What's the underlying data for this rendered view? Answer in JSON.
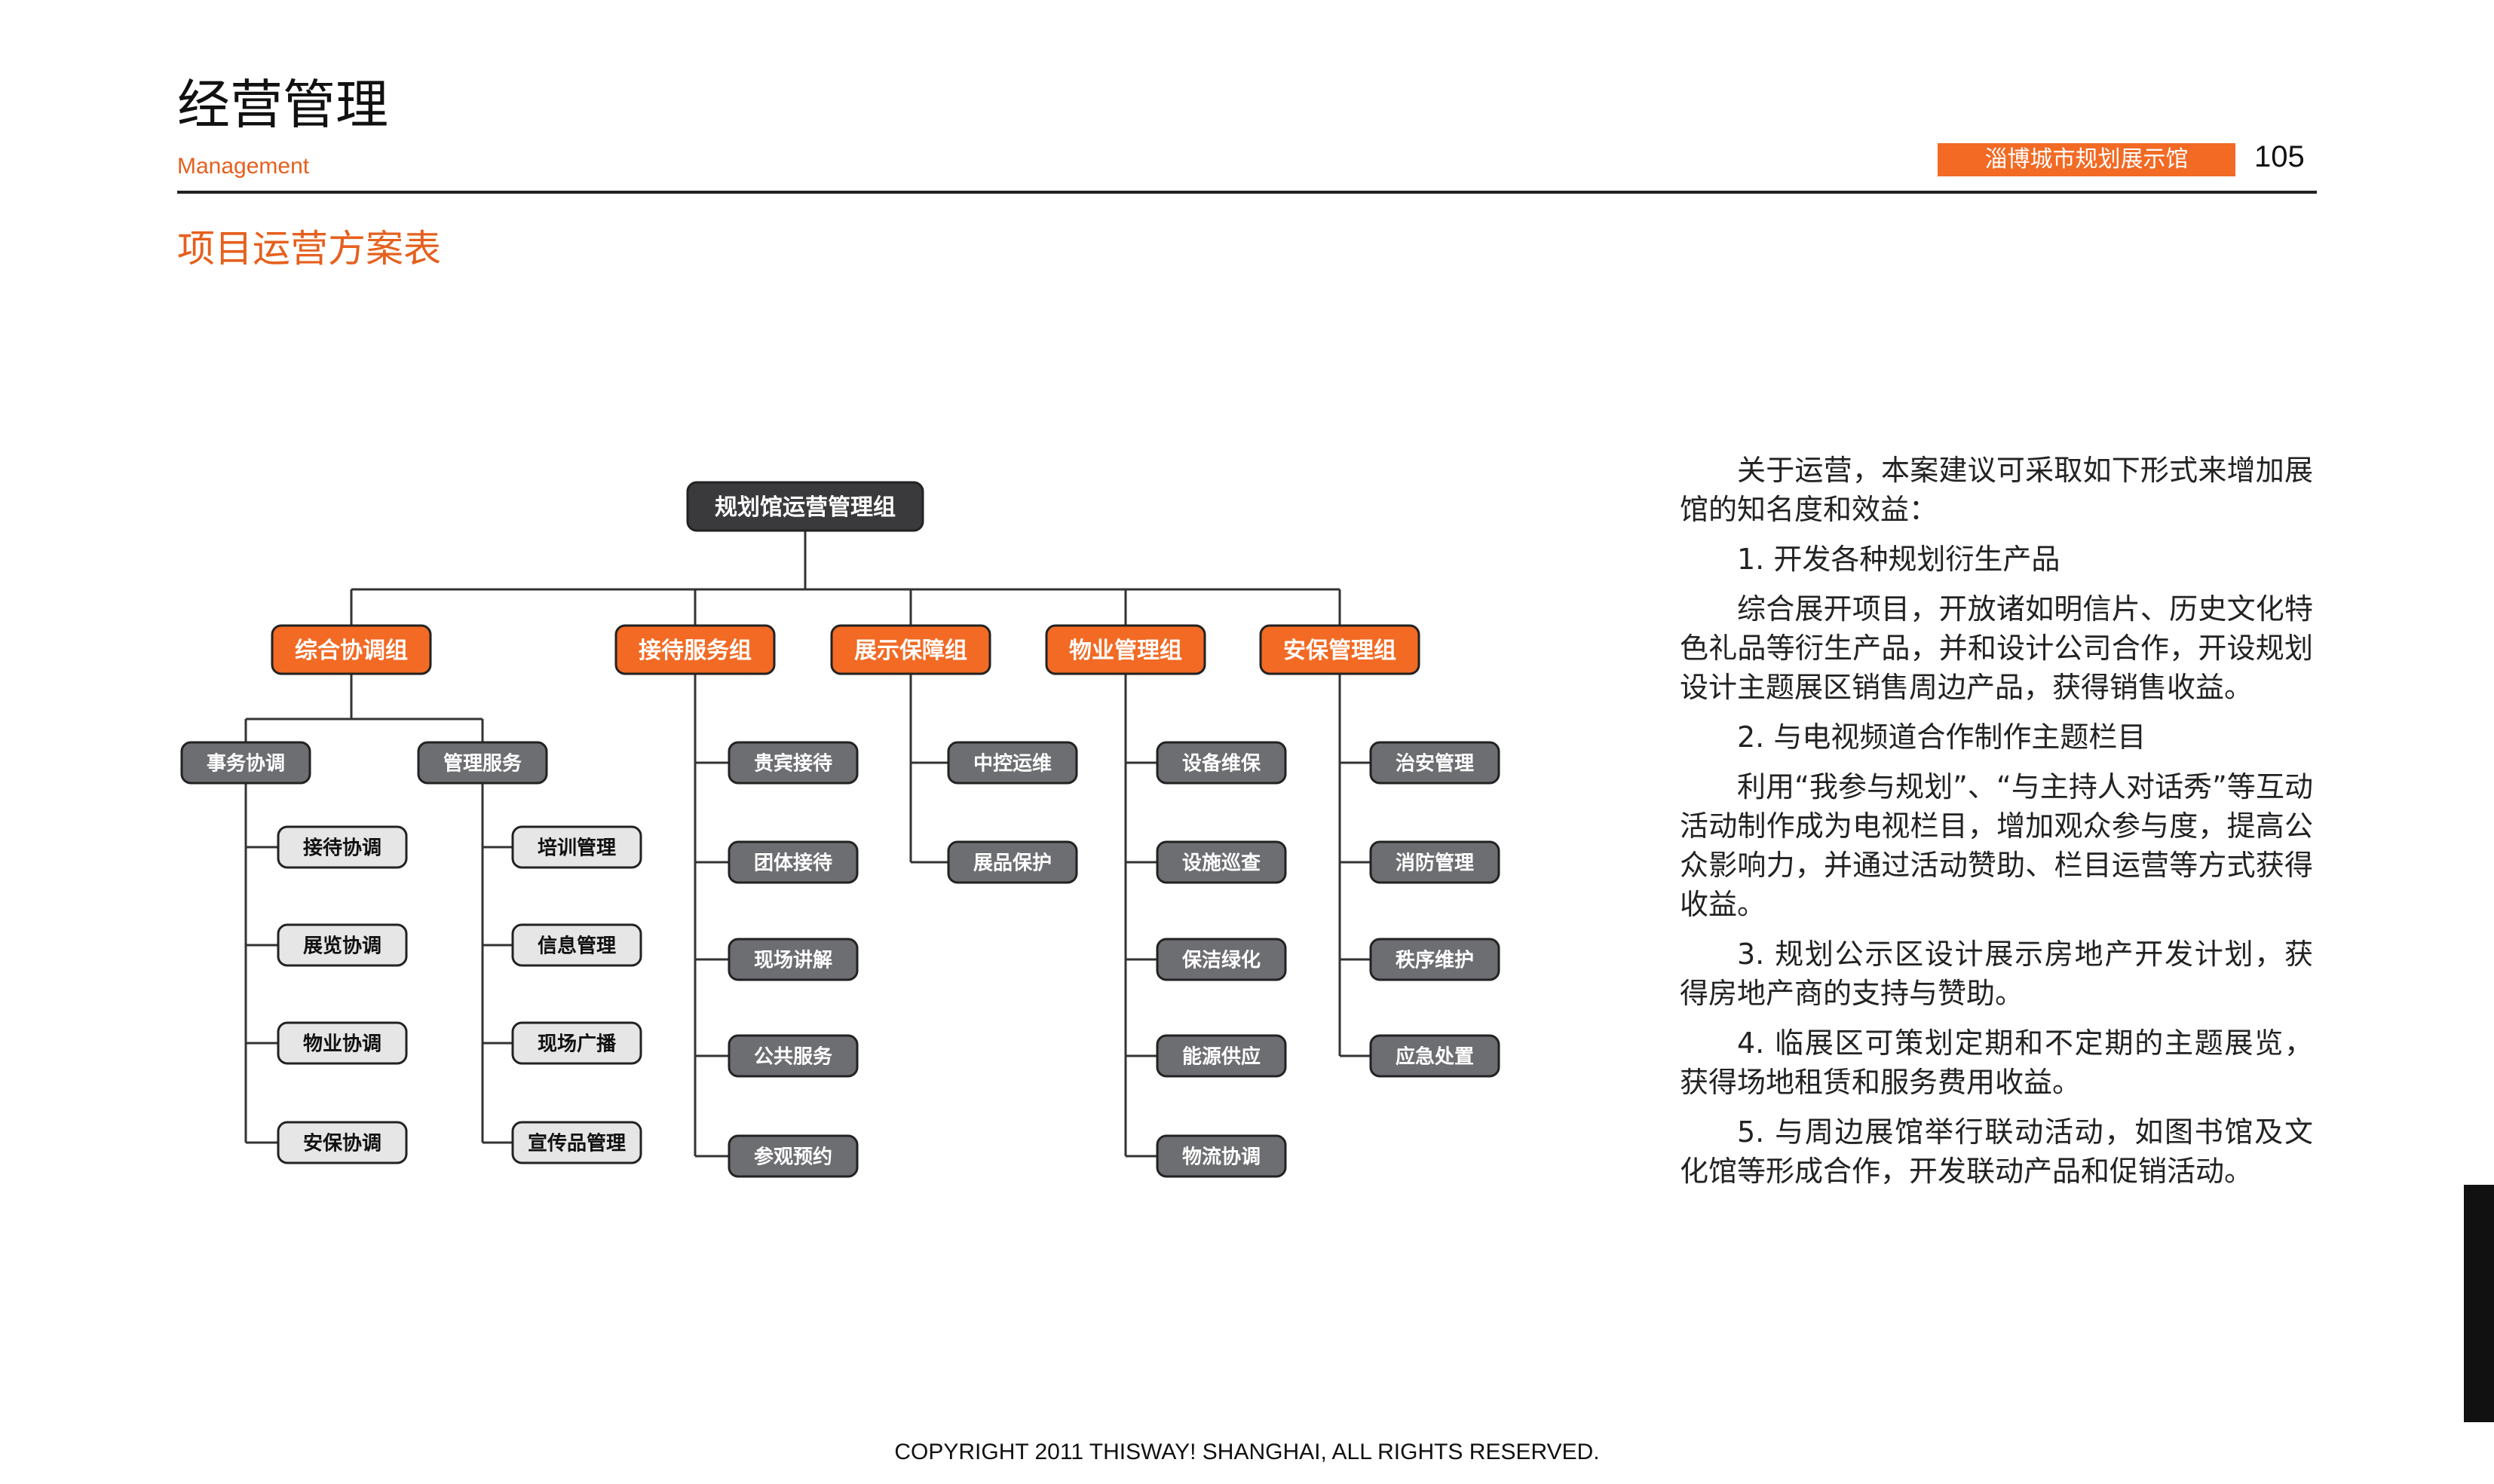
{
  "header": {
    "title": "经营管理",
    "subtitle": "Management",
    "badge": "淄博城市规划展示馆",
    "page_number": "105"
  },
  "section_title": "项目运营方案表",
  "org_chart": {
    "root": "规划馆运营管理组",
    "groups": [
      {
        "label": "综合协调组",
        "subgroups": [
          {
            "label": "事务协调",
            "items": [
              "接待协调",
              "展览协调",
              "物业协调",
              "安保协调"
            ]
          },
          {
            "label": "管理服务",
            "items": [
              "培训管理",
              "信息管理",
              "现场广播",
              "宣传品管理"
            ]
          }
        ]
      },
      {
        "label": "接待服务组",
        "items": [
          "贵宾接待",
          "团体接待",
          "现场讲解",
          "公共服务",
          "参观预约"
        ]
      },
      {
        "label": "展示保障组",
        "items": [
          "中控运维",
          "展品保护"
        ]
      },
      {
        "label": "物业管理组",
        "items": [
          "设备维保",
          "设施巡查",
          "保洁绿化",
          "能源供应",
          "物流协调"
        ]
      },
      {
        "label": "安保管理组",
        "items": [
          "治安管理",
          "消防管理",
          "秩序维护",
          "应急处置"
        ]
      }
    ]
  },
  "text_panel": {
    "intro": "关于运营，本案建议可采取如下形式来增加展馆的知名度和效益：",
    "point1_title": "1. 开发各种规划衍生产品",
    "point1_body": "综合展开项目，开放诸如明信片、历史文化特色礼品等衍生产品，并和设计公司合作，开设规划设计主题展区销售周边产品，获得销售收益。",
    "point2_title": "2. 与电视频道合作制作主题栏目",
    "point2_body": "利用“我参与规划”、“与主持人对话秀”等互动活动制作成为电视栏目，增加观众参与度，提高公众影响力，并通过活动赞助、栏目运营等方式获得收益。",
    "point3": "3. 规划公示区设计展示房地产开发计划，获得房地产商的支持与赞助。",
    "point4": "4. 临展区可策划定期和不定期的主题展览，获得场地租赁和服务费用收益。",
    "point5": "5. 与周边展馆举行联动活动，如图书馆及文化馆等形成合作，开发联动产品和促销活动。"
  },
  "footer": "COPYRIGHT 2011 THISWAY! SHANGHAI, ALL RIGHTS RESERVED.",
  "colors": {
    "accent": "#f26a24",
    "dark_node": "#3a3a3c",
    "gray_node": "#6d6e71",
    "light_node": "#e6e6e6"
  }
}
